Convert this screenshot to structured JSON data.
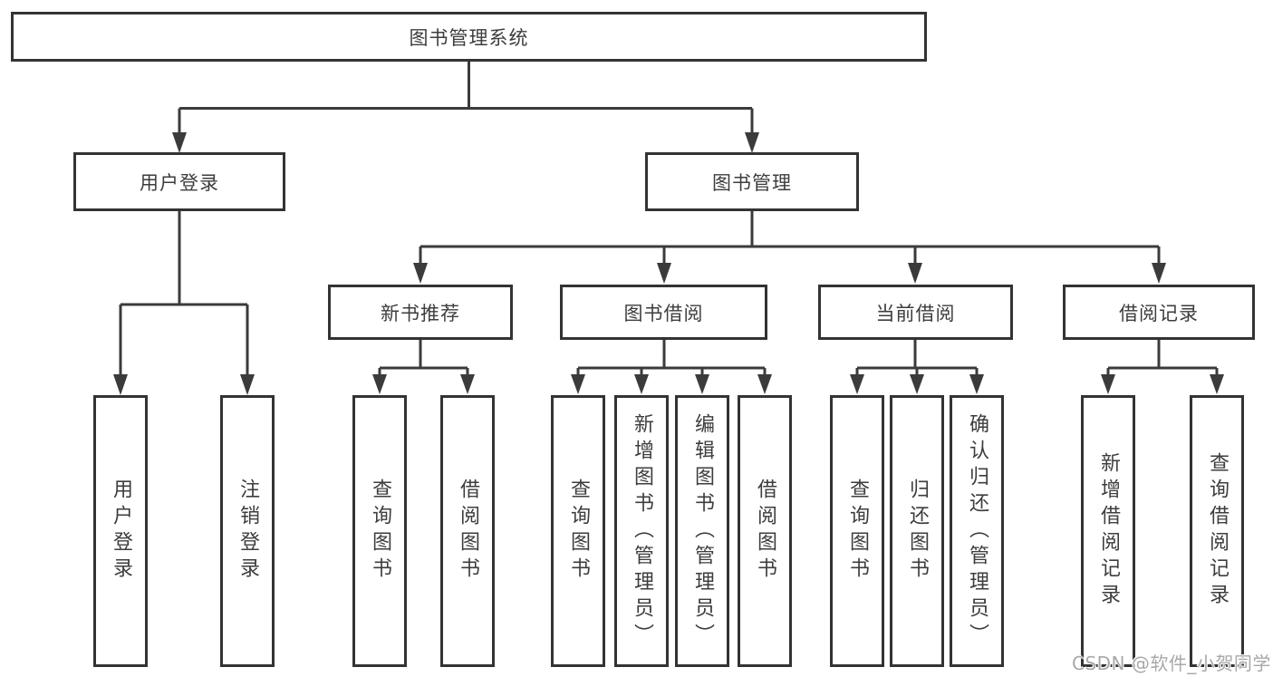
{
  "diagram": {
    "type": "hierarchy-tree",
    "colors": {
      "line": "#3b3b3b",
      "box_border": "#333333",
      "text": "#3d3d3d",
      "background": "#ffffff",
      "watermark": "#a8a8a8"
    },
    "root": {
      "label": "图书管理系统"
    },
    "branches": [
      {
        "label": "用户登录",
        "children": [
          {
            "label": "用户登录"
          },
          {
            "label": "注销登录"
          }
        ]
      },
      {
        "label": "图书管理",
        "groups": [
          {
            "label": "新书推荐",
            "children": [
              {
                "label": "查询图书"
              },
              {
                "label": "借阅图书"
              }
            ]
          },
          {
            "label": "图书借阅",
            "children": [
              {
                "label": "查询图书"
              },
              {
                "label": "新增图书（管理员）"
              },
              {
                "label": "编辑图书（管理员）"
              },
              {
                "label": "借阅图书"
              }
            ]
          },
          {
            "label": "当前借阅",
            "children": [
              {
                "label": "查询图书"
              },
              {
                "label": "归还图书"
              },
              {
                "label": "确认归还（管理员）"
              }
            ]
          },
          {
            "label": "借阅记录",
            "children": [
              {
                "label": "新增借阅记录"
              },
              {
                "label": "查询借阅记录"
              }
            ]
          }
        ]
      }
    ],
    "watermark": "CSDN @软件_小贺同学"
  }
}
